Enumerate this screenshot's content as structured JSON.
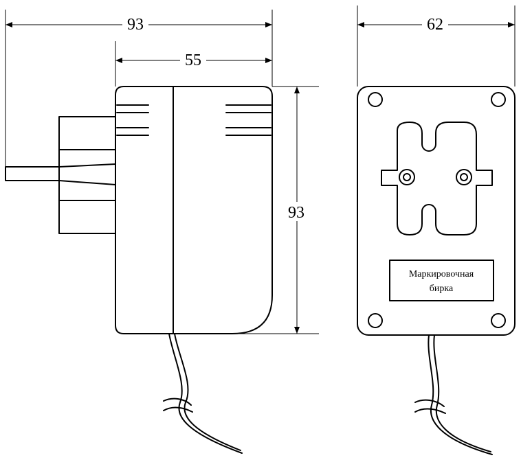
{
  "dimensions": {
    "side_overall_width": "93",
    "side_body_width": "55",
    "side_height": "93",
    "front_width": "62"
  },
  "label_tag": {
    "line1": "Маркировочная",
    "line2": "бирка"
  }
}
